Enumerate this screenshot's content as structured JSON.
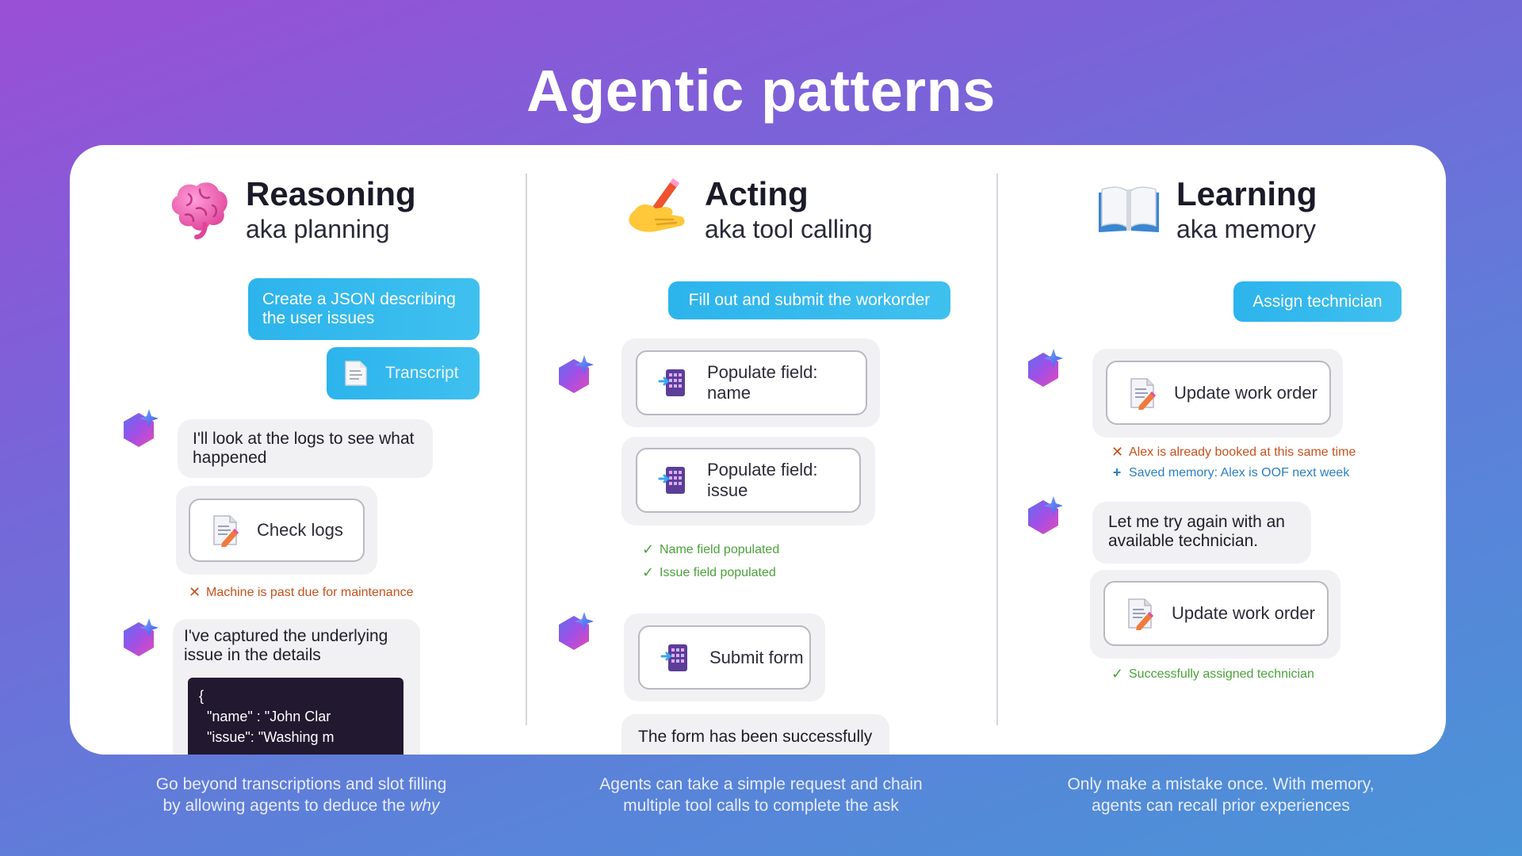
{
  "title": "Agentic patterns",
  "columns": {
    "reasoning": {
      "title": "Reasoning",
      "subtitle": "aka planning",
      "pill_main": "Create a JSON describing the user issues",
      "pill_attachment": "Transcript",
      "msg_1": "I'll look at the logs to see what happened",
      "tool_1": "Check logs",
      "status_1": "Machine is past due for maintenance",
      "msg_2": "I've captured the underlying issue in the details",
      "code_line_1": "{",
      "code_line_2": "\"name\" : \"John Clar",
      "code_line_3": "\"issue\": \"Washing m",
      "caption_1": "Go beyond transcriptions and slot filling",
      "caption_2": "by allowing agents to deduce the",
      "caption_em": "why"
    },
    "acting": {
      "title": "Acting",
      "subtitle": "aka tool calling",
      "pill": "Fill out and submit the workorder",
      "tool_1": "Populate field: name",
      "tool_2": "Populate field: issue",
      "status_1": "Name field populated",
      "status_2": "Issue  field populated",
      "tool_3": "Submit form",
      "msg_1": "The form has been successfully",
      "caption_1": "Agents can take a simple request and chain",
      "caption_2": "multiple tool calls to complete the ask"
    },
    "learning": {
      "title": "Learning",
      "subtitle": "aka memory",
      "pill": "Assign technician",
      "tool_1": "Update work order",
      "status_1": "Alex is already booked at this same time",
      "status_2": "Saved memory: Alex is OOF next week",
      "msg_1": "Let me try again with an available technician.",
      "tool_2": "Update work order",
      "status_3": "Successfully assigned technician",
      "caption_1": "Only make a mistake once. With memory,",
      "caption_2": "agents can recall prior experiences"
    }
  },
  "icons": {
    "reasoning": "brain-icon",
    "acting": "writing-hand-icon",
    "learning": "open-book-icon",
    "agent": "copilot-agent-icon",
    "tool_edit": "document-edit-icon",
    "tool_form": "form-tool-icon"
  }
}
